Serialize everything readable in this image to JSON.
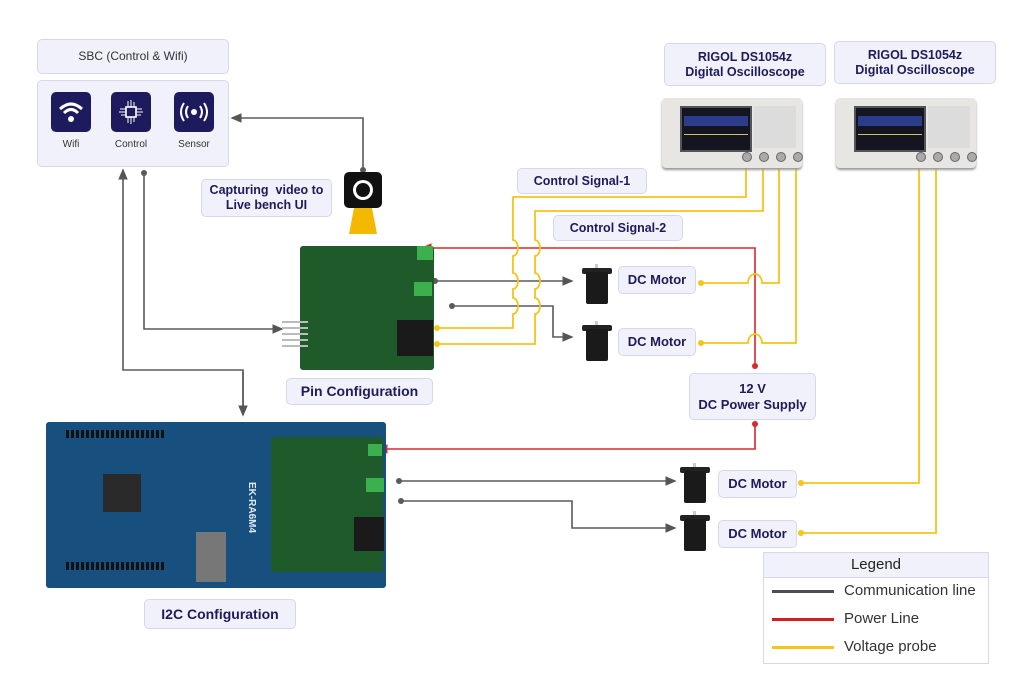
{
  "sbc": {
    "title": "SBC (Control & Wifi)",
    "items": [
      {
        "label": "Wifi",
        "icon": "wifi-icon"
      },
      {
        "label": "Control",
        "icon": "chip-icon"
      },
      {
        "label": "Sensor",
        "icon": "sensor-icon"
      }
    ]
  },
  "camera": {
    "label": "Capturing  video to\nLive bench UI",
    "line1": "Capturing  video to",
    "line2": "Live bench UI"
  },
  "oscilloscopes": [
    {
      "line1": "RIGOL DS1054z",
      "line2": "Digital Oscilloscope"
    },
    {
      "line1": "RIGOL DS1054z",
      "line2": "Digital Oscilloscope"
    }
  ],
  "signals": {
    "cs1": "Control Signal-1",
    "cs2": "Control Signal-2"
  },
  "motors": [
    "DC Motor",
    "DC Motor",
    "DC Motor",
    "DC Motor"
  ],
  "power": {
    "line1": "12 V",
    "line2": "DC Power Supply"
  },
  "boards": {
    "pin": "Pin Configuration",
    "i2c": "I2C Configuration",
    "ek_label": "EK-RA6M4"
  },
  "legend": {
    "title": "Legend",
    "items": [
      {
        "label": "Communication line",
        "color": "#4d4d55"
      },
      {
        "label": "Power Line",
        "color": "#d21f1f"
      },
      {
        "label": "Voltage probe",
        "color": "#f5c518"
      }
    ]
  },
  "colors": {
    "comm": "#555555",
    "power": "#d9282b",
    "probe": "#f5c518",
    "navy": "#1e1a5e"
  }
}
